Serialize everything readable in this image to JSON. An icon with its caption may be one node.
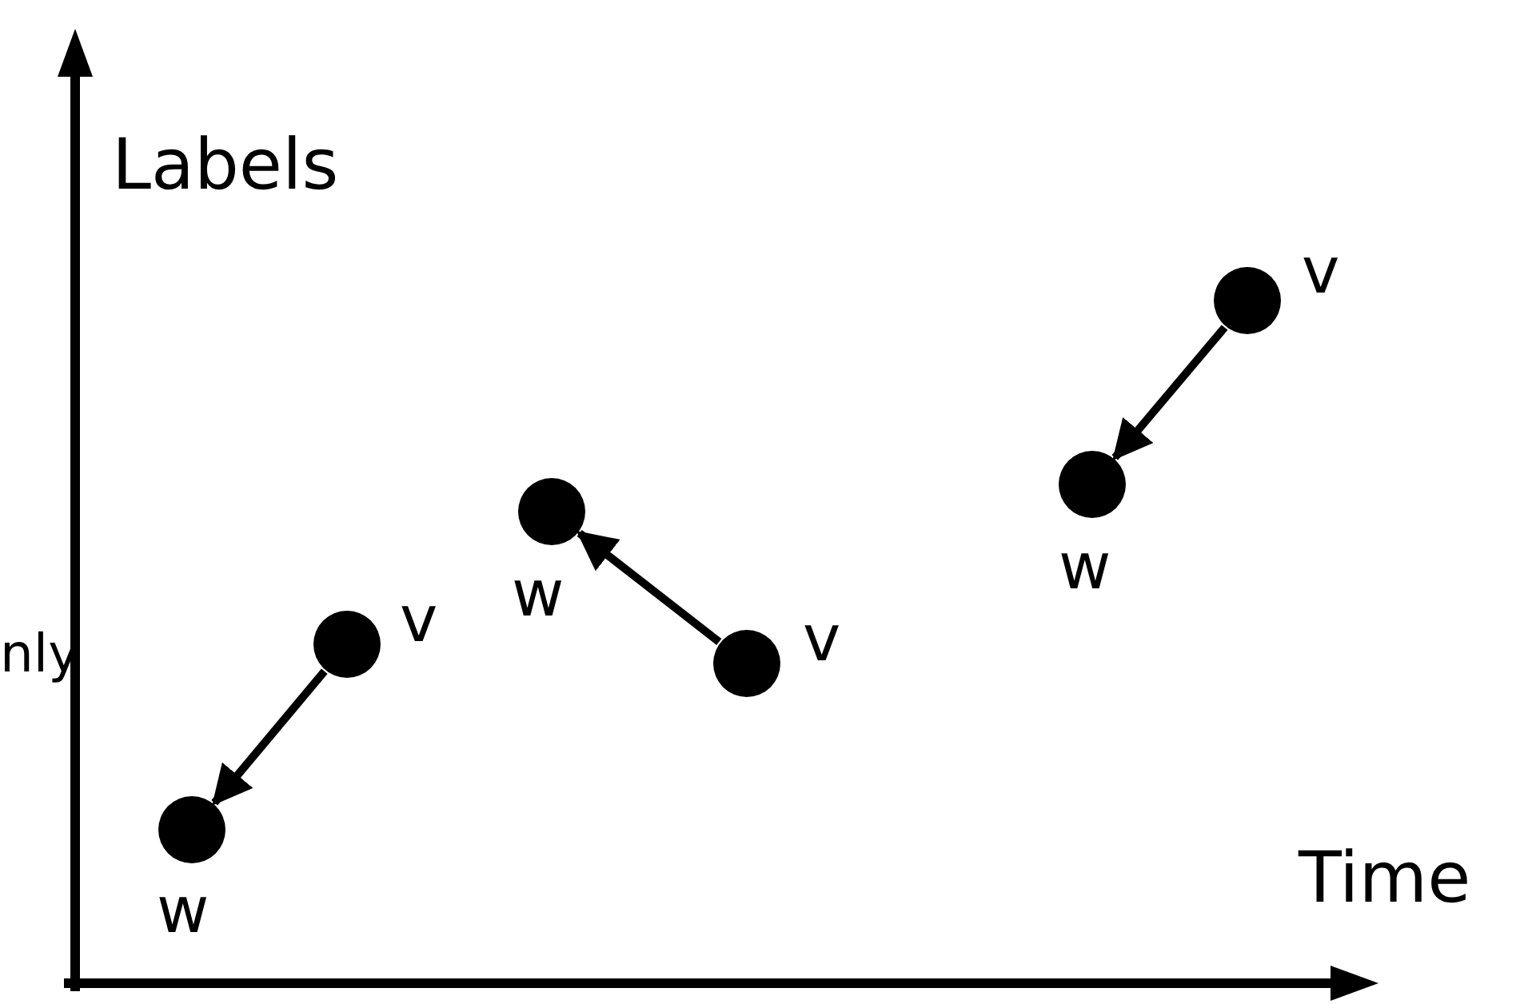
{
  "diagram": {
    "nodes": [
      {
        "text": [],
        "shape": "circle",
        "beside": [
          "v"
        ]
      },
      {
        "text": [],
        "shape": "circle",
        "beside": [
          "w"
        ]
      },
      {
        "text": [],
        "shape": "circle",
        "beside": [
          "w"
        ]
      },
      {
        "text": [],
        "shape": "circle",
        "beside": [
          "v"
        ]
      },
      {
        "text": [],
        "shape": "circle",
        "beside": [
          "v"
        ]
      },
      {
        "text": [],
        "shape": "circle",
        "beside": [
          "w"
        ]
      }
    ],
    "edges": [
      {
        "from": 0,
        "to": 1,
        "arrow": "to"
      },
      {
        "from": 3,
        "to": 2,
        "arrow": "to"
      },
      {
        "from": 4,
        "to": 5,
        "arrow": "to"
      }
    ],
    "labels": [
      "Labels",
      "nly",
      "Time"
    ]
  }
}
